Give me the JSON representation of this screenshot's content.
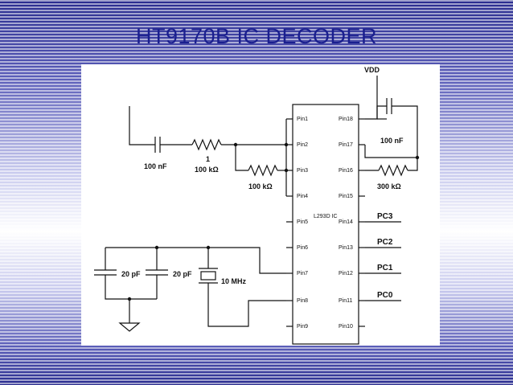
{
  "slide": {
    "title": "HT9170B IC DECODER"
  },
  "ic": {
    "name": "L293D IC",
    "left_pins": [
      "Pin1",
      "Pin2",
      "Pin3",
      "Pin4",
      "Pin5",
      "Pin6",
      "Pin7",
      "Pin8",
      "Pin9"
    ],
    "right_pins": [
      "Pin18",
      "Pin17",
      "Pin16",
      "Pin15",
      "Pin14",
      "Pin13",
      "Pin12",
      "Pin11",
      "Pin10"
    ]
  },
  "labels": {
    "vdd": "VDD",
    "cap_input": "100 nF",
    "res_input_line1": "1",
    "res_input_line2": "100 kΩ",
    "res_feedback": "100 kΩ",
    "cap_vdd": "100 nF",
    "res_vdd": "300 kΩ",
    "cap_osc_a": "20 pF",
    "cap_osc_b": "20 pF",
    "crystal": "10 MHz"
  },
  "outputs": [
    "PC3",
    "PC2",
    "PC1",
    "PC0"
  ]
}
